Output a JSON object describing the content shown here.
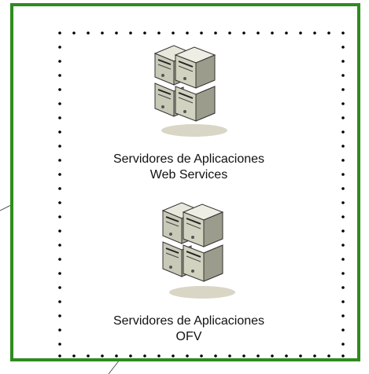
{
  "groups": [
    {
      "line1": "Servidores de Aplicaciones",
      "line2": "Web Services",
      "icon": "server-cluster-icon"
    },
    {
      "line1": "Servidores de Aplicaciones",
      "line2": "OFV",
      "icon": "server-cluster-icon"
    }
  ],
  "colors": {
    "frame_border": "#2e8b1e",
    "dots": "#000000",
    "server_body": "#d9d9c8",
    "server_dark": "#5a5a4a"
  }
}
